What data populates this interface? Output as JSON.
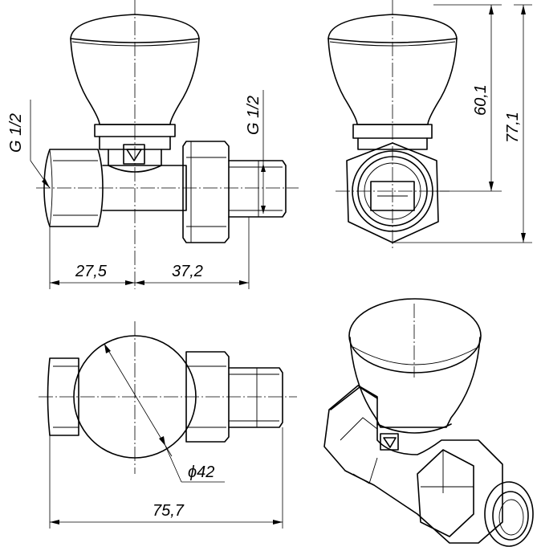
{
  "dimensions": {
    "thread_left": "G 1/2",
    "thread_right": "G 1/2",
    "width_left": "27,5",
    "width_right": "37,2",
    "height_inner": "60,1",
    "height_outer": "77,1",
    "diameter": "ϕ42",
    "total_length": "75,7"
  }
}
